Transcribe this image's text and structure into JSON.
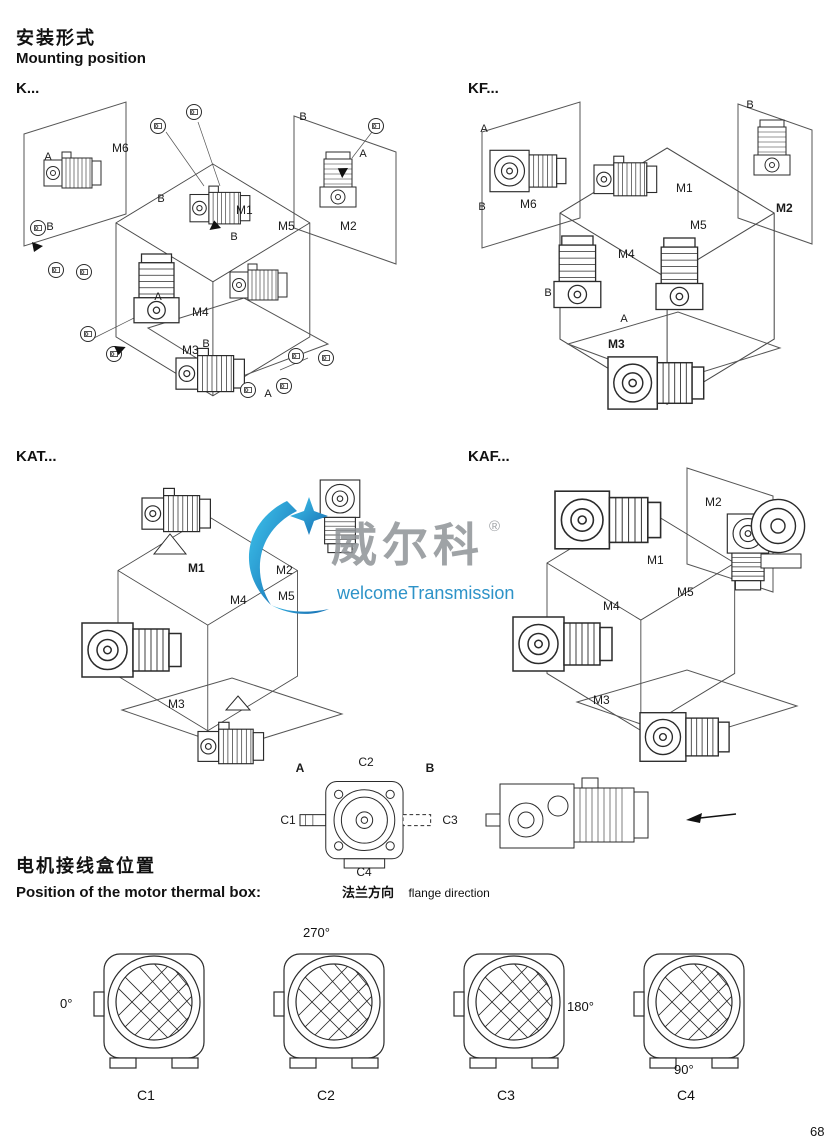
{
  "page": {
    "title_cn": "安装形式",
    "title_en": "Mounting position",
    "number": "68"
  },
  "letters": {
    "a": "A",
    "b": "B"
  },
  "positions": {
    "m1": "M1",
    "m2": "M2",
    "m3": "M3",
    "m4": "M4",
    "m5": "M5",
    "m6": "M6"
  },
  "sections": {
    "k": {
      "label": "K..."
    },
    "kf": {
      "label": "KF..."
    },
    "kat": {
      "label": "KAT..."
    },
    "kaf": {
      "label": "KAF..."
    }
  },
  "watermark": {
    "brand": "威尔科",
    "reg": "®",
    "subtitle": "welcomeTransmission"
  },
  "flange": {
    "c1": "C1",
    "c2": "C2",
    "c3": "C3",
    "c4": "C4",
    "caption_cn": "法兰方向",
    "caption_en": "flange direction"
  },
  "thermal": {
    "title_cn": "电机接线盒位置",
    "title_en": "Position of the motor thermal box:",
    "items": [
      {
        "label": "C1",
        "angle": "0°"
      },
      {
        "label": "C2",
        "angle": "270°"
      },
      {
        "label": "C3",
        "angle": "180°"
      },
      {
        "label": "C4",
        "angle": "90°"
      }
    ]
  }
}
